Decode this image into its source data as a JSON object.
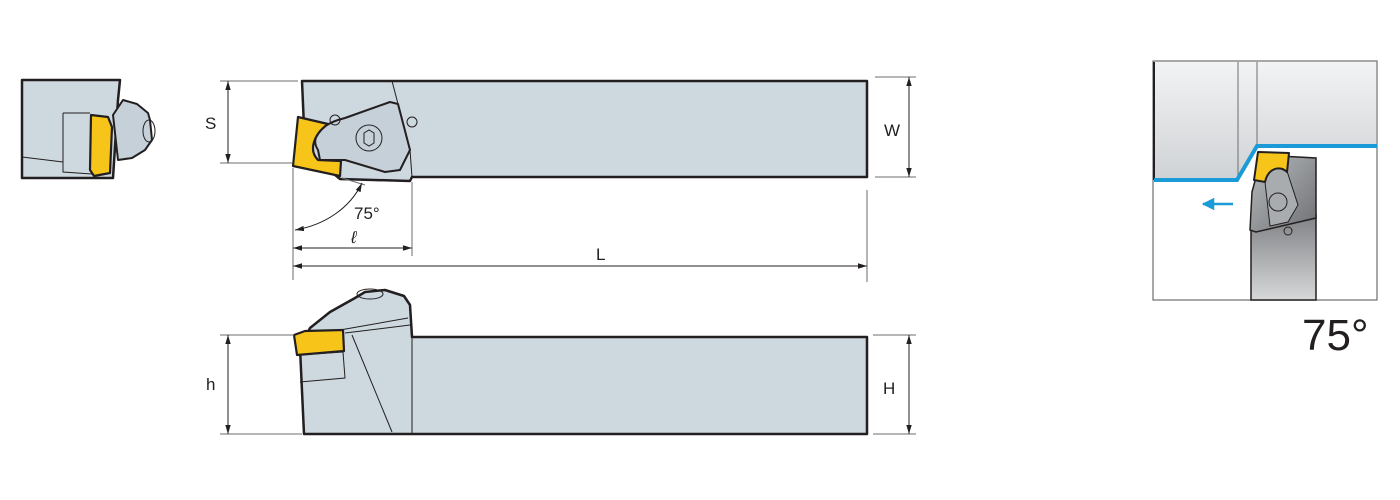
{
  "labels": {
    "S": "S",
    "W": "W",
    "angle": "75°",
    "l": "ℓ",
    "L": "L",
    "h": "h",
    "H": "H",
    "inset_angle": "75°"
  },
  "colors": {
    "body": "#cdd8df",
    "insert": "#f7c51a",
    "outline": "#231f20",
    "feed_path": "#1a9ad6",
    "workpiece": "#e6e8ea",
    "holder_dark": "#8a8c8f"
  },
  "icons": {
    "feed_direction": "arrow-left-icon"
  }
}
